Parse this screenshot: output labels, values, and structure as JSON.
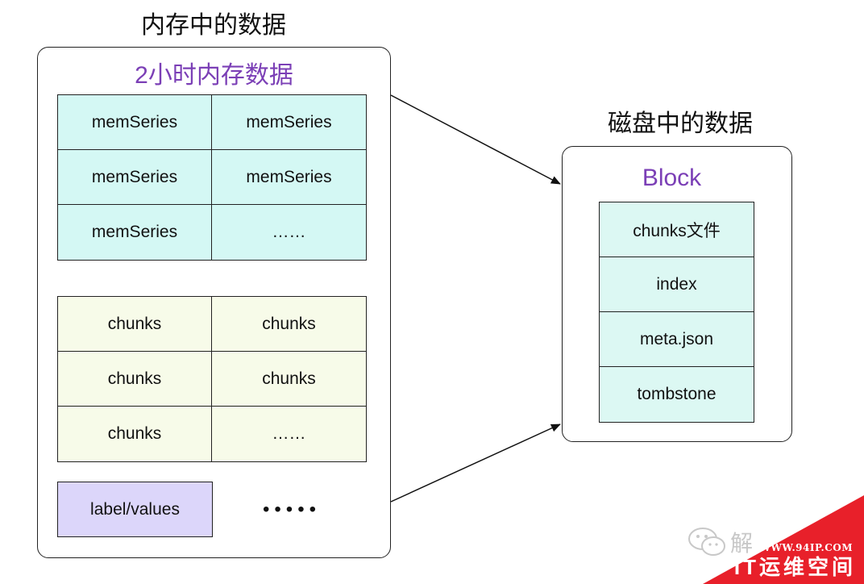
{
  "memory": {
    "title": "内存中的数据",
    "heading": "2小时内存数据",
    "series_cells": [
      "memSeries",
      "memSeries",
      "memSeries",
      "memSeries",
      "memSeries",
      "……"
    ],
    "chunk_cells": [
      "chunks",
      "chunks",
      "chunks",
      "chunks",
      "chunks",
      "……"
    ],
    "label_values": "label/values",
    "more": "•••••"
  },
  "disk": {
    "title": "磁盘中的数据",
    "heading": "Block",
    "files": [
      "chunks文件",
      "index",
      "meta.json",
      "tombstone"
    ]
  },
  "colors": {
    "series_fill": "#d4f8f4",
    "chunks_fill": "#f7fbe9",
    "label_fill": "#dcd6fa",
    "block_fill": "#dcf8f3",
    "heading": "#7b3fb6"
  },
  "watermark": {
    "char": "解",
    "site": "WWW.94IP.COM",
    "name": "IT运维空间"
  }
}
